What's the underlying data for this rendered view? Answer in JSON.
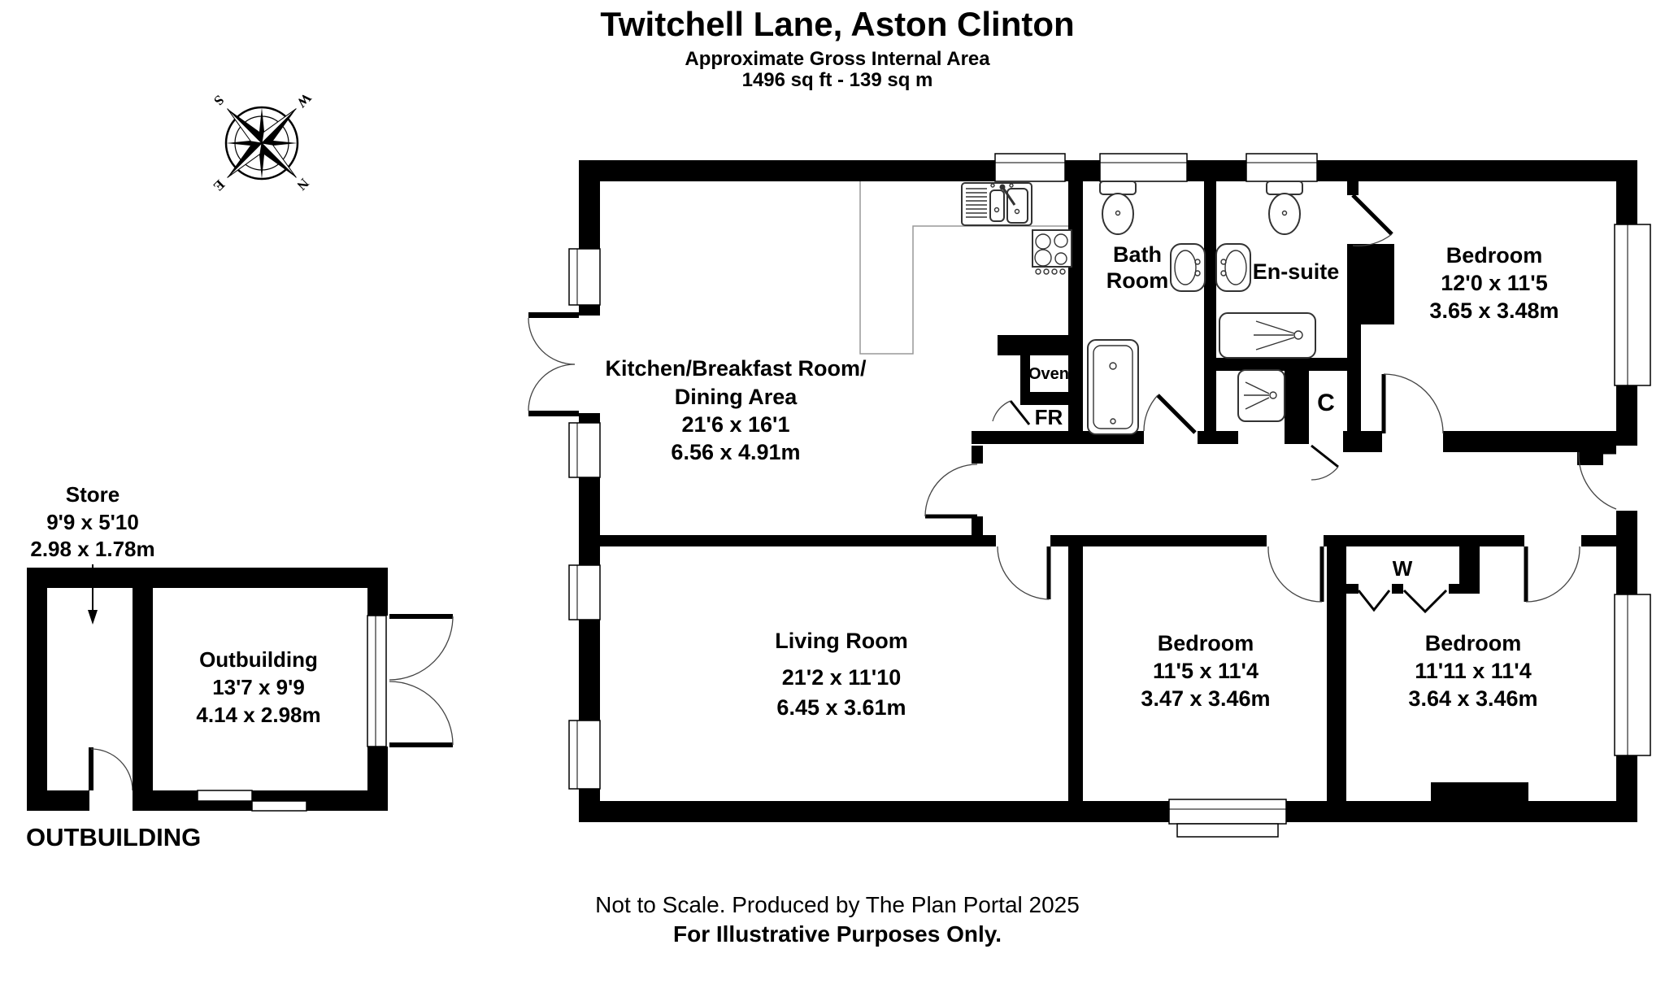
{
  "header": {
    "title": "Twitchell Lane, Aston Clinton",
    "subtitle": "Approximate Gross Internal Area",
    "area": "1496 sq ft - 139 sq m"
  },
  "compass": {
    "n": "N",
    "e": "E",
    "s": "S",
    "w": "W"
  },
  "rooms": {
    "kitchen": {
      "line1": "Kitchen/Breakfast Room/",
      "line2": "Dining Area",
      "imperial": "21'6 x 16'1",
      "metric": "6.56 x 4.91m"
    },
    "bathroom": {
      "line1": "Bath",
      "line2": "Room"
    },
    "ensuite": {
      "label": "En-suite"
    },
    "bedroom1": {
      "label": "Bedroom",
      "imperial": "12'0 x 11'5",
      "metric": "3.65 x 3.48m"
    },
    "living": {
      "label": "Living Room",
      "imperial": "21'2 x 11'10",
      "metric": "6.45 x 3.61m"
    },
    "bedroom2": {
      "label": "Bedroom",
      "imperial": "11'5 x 11'4",
      "metric": "3.47 x 3.46m"
    },
    "bedroom3": {
      "label": "Bedroom",
      "imperial": "11'11 x 11'4",
      "metric": "3.64 x 3.46m"
    },
    "store": {
      "label": "Store",
      "imperial": "9'9 x 5'10",
      "metric": "2.98 x 1.78m"
    },
    "outbuilding": {
      "label": "Outbuilding",
      "imperial": "13'7 x 9'9",
      "metric": "4.14 x 2.98m"
    }
  },
  "small_labels": {
    "oven": "Oven",
    "fridge": "FR",
    "cupboard": "C",
    "wardrobe": "W"
  },
  "section_label": "OUTBUILDING",
  "footer": {
    "line1": "Not to Scale. Produced by The Plan Portal 2025",
    "line2": "For Illustrative Purposes Only."
  },
  "colors": {
    "wall": "#000000",
    "background": "#ffffff",
    "fixture_line": "#333333"
  }
}
